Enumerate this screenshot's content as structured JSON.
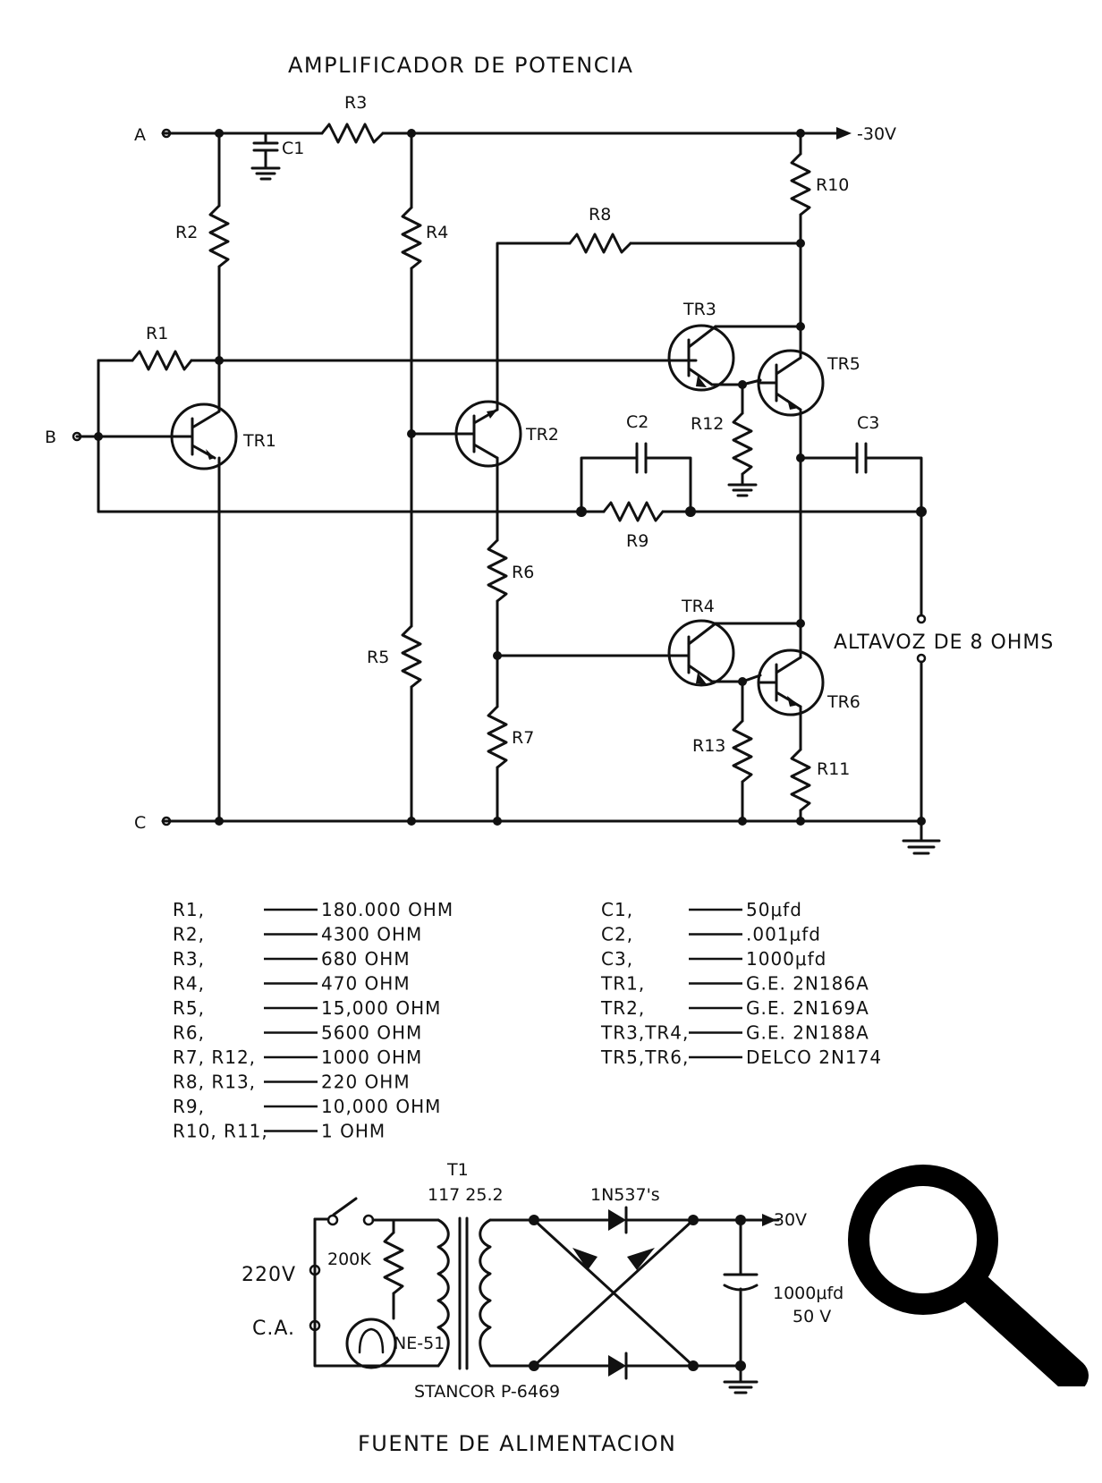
{
  "diagram": {
    "title": "AMPLIFICADOR DE POTENCIA",
    "terminals": {
      "a": "A",
      "b": "B",
      "c": "C",
      "supply": "-30V"
    },
    "components": {
      "r1": "R1",
      "r2": "R2",
      "r3": "R3",
      "r4": "R4",
      "r5": "R5",
      "r6": "R6",
      "r7": "R7",
      "r8": "R8",
      "r9": "R9",
      "r10": "R10",
      "r11": "R11",
      "r12": "R12",
      "r13": "R13",
      "c1": "C1",
      "c2": "C2",
      "c3": "C3",
      "tr1": "TR1",
      "tr2": "TR2",
      "tr3": "TR3",
      "tr4": "TR4",
      "tr5": "TR5",
      "tr6": "TR6"
    },
    "speaker_label": "ALTAVOZ DE 8 OHMS"
  },
  "parts_list": {
    "resistors": [
      {
        "ref": "R1,",
        "value": "180.000 OHM"
      },
      {
        "ref": "R2,",
        "value": "4300 OHM"
      },
      {
        "ref": "R3,",
        "value": "680 OHM"
      },
      {
        "ref": "R4,",
        "value": "470 OHM"
      },
      {
        "ref": "R5,",
        "value": "15,000 OHM"
      },
      {
        "ref": "R6,",
        "value": "5600 OHM"
      },
      {
        "ref": "R7, R12,",
        "value": "1000 OHM"
      },
      {
        "ref": "R8, R13,",
        "value": "220 OHM"
      },
      {
        "ref": "R9,",
        "value": "10,000 OHM"
      },
      {
        "ref": "R10, R11,",
        "value": "1 OHM"
      }
    ],
    "others": [
      {
        "ref": "C1,",
        "value": "50μfd"
      },
      {
        "ref": "C2,",
        "value": ".001μfd"
      },
      {
        "ref": "C3,",
        "value": "1000μfd"
      },
      {
        "ref": "TR1,",
        "value": "G.E. 2N186A"
      },
      {
        "ref": "TR2,",
        "value": "G.E. 2N169A"
      },
      {
        "ref": "TR3,TR4,",
        "value": "G.E. 2N188A"
      },
      {
        "ref": "TR5,TR6,",
        "value": "DELCO 2N174"
      }
    ]
  },
  "power_supply": {
    "title": "FUENTE DE ALIMENTACION",
    "transformer": "T1",
    "voltages": "117  25.2",
    "diodes": "1N537's",
    "output": "-30V",
    "input_voltage": "220V",
    "input_type": "C.A.",
    "resistor": "200K",
    "lamp": "NE-51",
    "transformer_model": "STANCOR P-6469",
    "capacitor_value": "1000μfd",
    "capacitor_voltage": "50 V"
  },
  "toolbar": {
    "zoom_icon": "magnifier-icon"
  }
}
